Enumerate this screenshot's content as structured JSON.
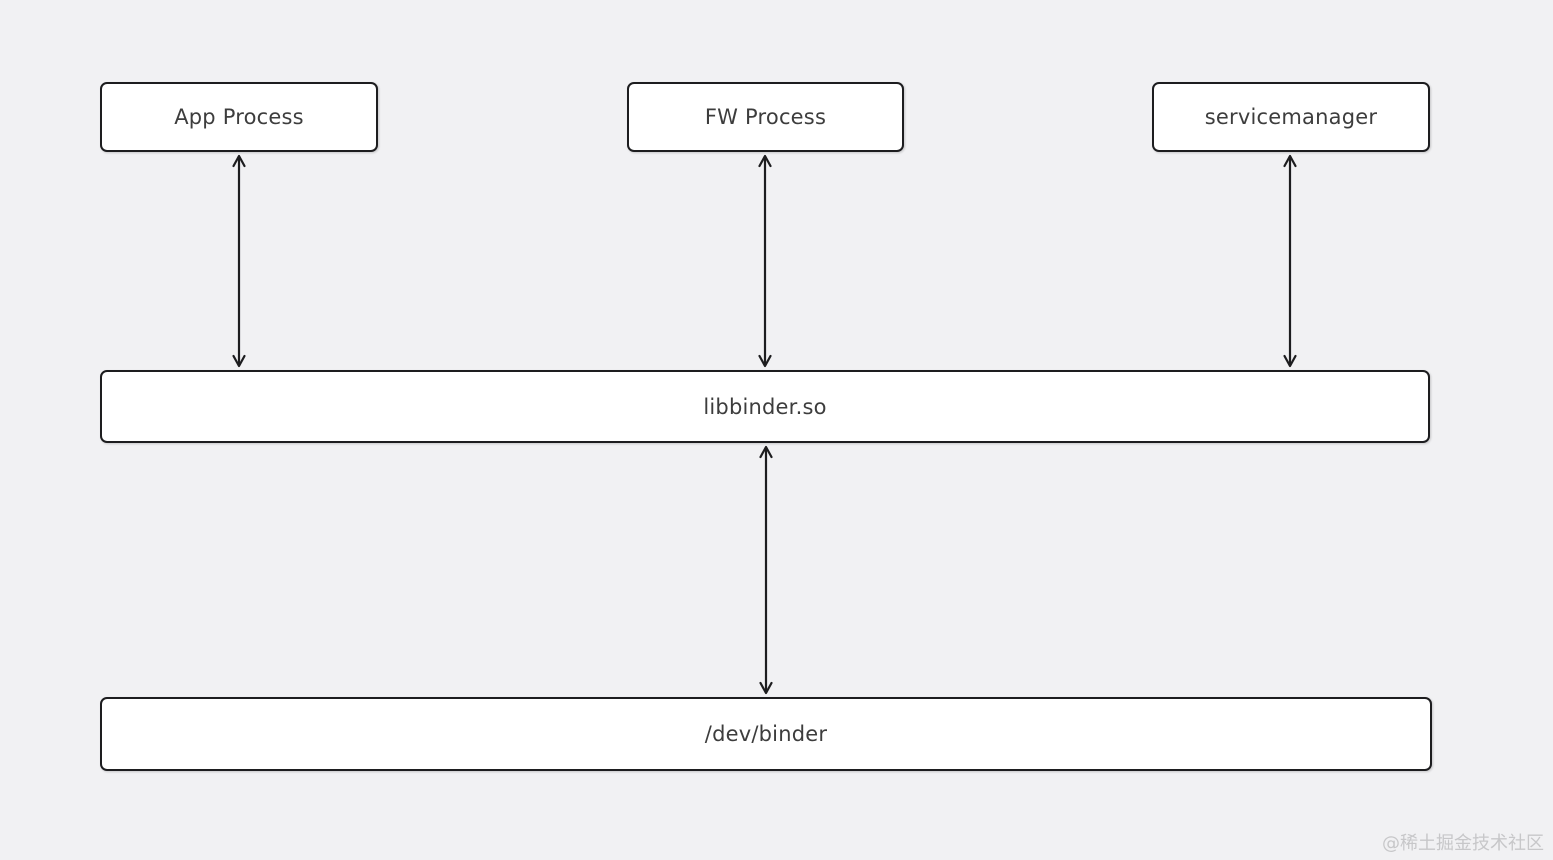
{
  "diagram": {
    "nodes": {
      "app_process": {
        "label": "App Process"
      },
      "fw_process": {
        "label": "FW Process"
      },
      "servicemanager": {
        "label": "servicemanager"
      },
      "libbinder": {
        "label": "libbinder.so"
      },
      "dev_binder": {
        "label": "/dev/binder"
      }
    },
    "edges": [
      {
        "from": "App Process",
        "to": "libbinder.so",
        "bidirectional": true
      },
      {
        "from": "FW Process",
        "to": "libbinder.so",
        "bidirectional": true
      },
      {
        "from": "servicemanager",
        "to": "libbinder.so",
        "bidirectional": true
      },
      {
        "from": "libbinder.so",
        "to": "/dev/binder",
        "bidirectional": true
      }
    ]
  },
  "watermark": {
    "text": "@稀土掘金技术社区"
  },
  "colors": {
    "background": "#f1f1f3",
    "node_fill": "#ffffff",
    "node_border": "#1d1d1f",
    "text": "#3d3d3d",
    "arrow": "#1d1d1f",
    "watermark": "#c7c7c9"
  }
}
